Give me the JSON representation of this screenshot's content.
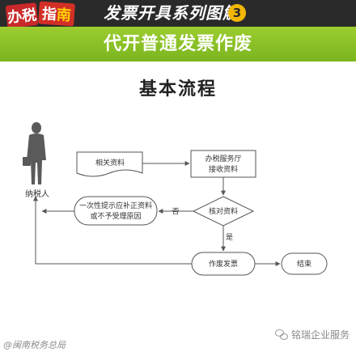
{
  "header": {
    "badge_left": "办",
    "badge_left_2": "税",
    "badge_right": "指",
    "badge_right_2": "南",
    "series_title": "发票开具系列图解",
    "series_number": "3"
  },
  "topic": "代开普通发票作废",
  "section_title": "基本流程",
  "diagram": {
    "actor": "纳税人",
    "nodes": {
      "materials": "相关资料",
      "hall_line1": "办税服务厅",
      "hall_line2": "接收资料",
      "check": "核对资料",
      "reject_line1": "一次性提示应补正资料",
      "reject_line2": "或不予受理原因",
      "void": "作废发票",
      "end": "结束"
    },
    "edges": {
      "no": "否",
      "yes": "是"
    }
  },
  "footer": {
    "left_watermark": "@闽南税务总局",
    "right_watermark": "铭瑞企业服务"
  },
  "colors": {
    "banner_bg": "#2a2a2a",
    "band_green": "#8cc12a",
    "badge_red": "#c9292a",
    "number_yellow": "#f2b705",
    "line": "#555555"
  }
}
